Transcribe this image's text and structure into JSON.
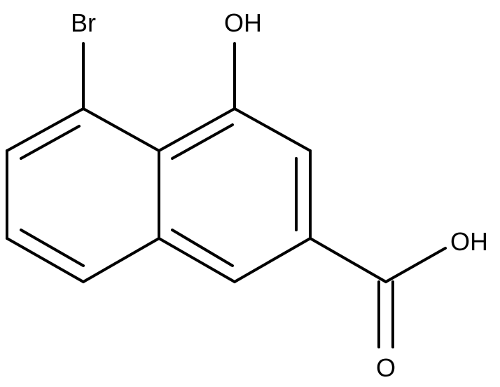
{
  "structure": {
    "atoms": {
      "br": "Br",
      "oh_ring": "OH",
      "oh_acid": "OH",
      "o_acid": "O"
    }
  }
}
